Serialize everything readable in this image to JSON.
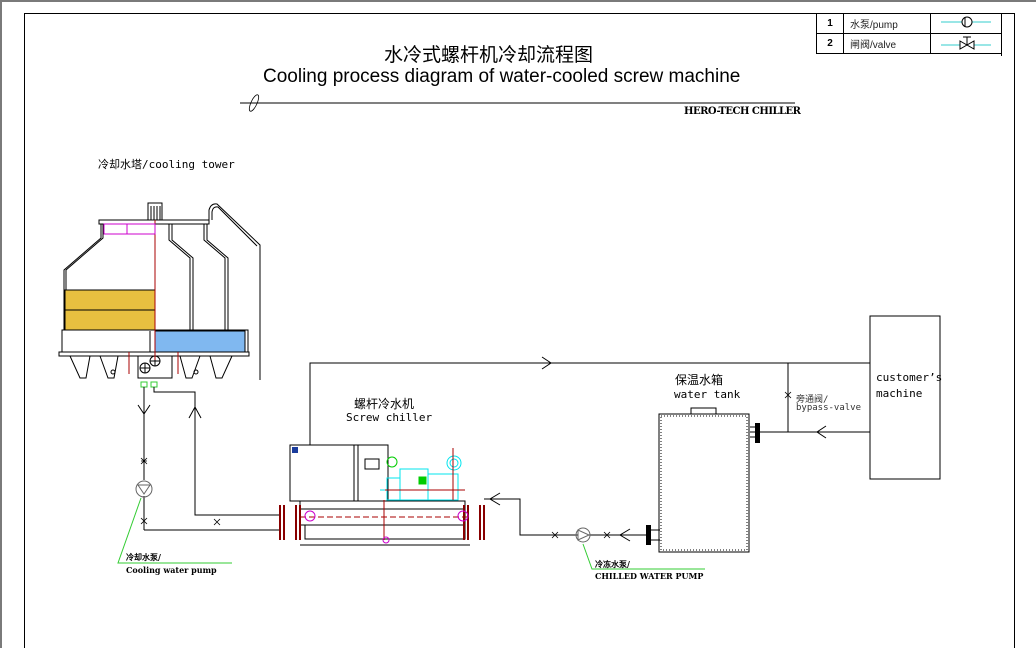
{
  "legend": [
    {
      "no": "1",
      "label": "水泵/pump",
      "symbol": "pump-icon"
    },
    {
      "no": "2",
      "label": "闸阀/valve",
      "symbol": "gate-valve-icon"
    }
  ],
  "title": {
    "chinese": "水冷式螺杆机冷却流程图",
    "english": "Cooling process diagram of water-cooled screw machine",
    "brand": "HERO-TECH CHILLER"
  },
  "components": {
    "cooling_tower": "冷却水塔/cooling tower",
    "screw_chiller_cn": "螺杆冷水机",
    "screw_chiller_en": "Screw chiller",
    "water_tank_cn": "保温水箱",
    "water_tank_en": "water tank",
    "customer_machine_1": "customer’s",
    "customer_machine_2": "machine",
    "bypass_valve_cn": "旁通阀/",
    "bypass_valve_en": "bypass-valve",
    "cooling_pump_cn": "冷却水泵/",
    "cooling_pump_en": "Cooling water pump",
    "chilled_pump_cn": "冷冻水泵/",
    "chilled_pump_en": "CHILLED WATER PUMP"
  },
  "colors": {
    "line": "#000000",
    "leader": "#33cc33",
    "symbol_line": "#33cccc",
    "fill_media": "#e8c040",
    "water_basin": "#80b8f0",
    "fan_cover": "#cc00cc",
    "center_line": "#aa0000",
    "chiller_cyan": "#00e5ee",
    "chiller_green": "#00cc00"
  }
}
